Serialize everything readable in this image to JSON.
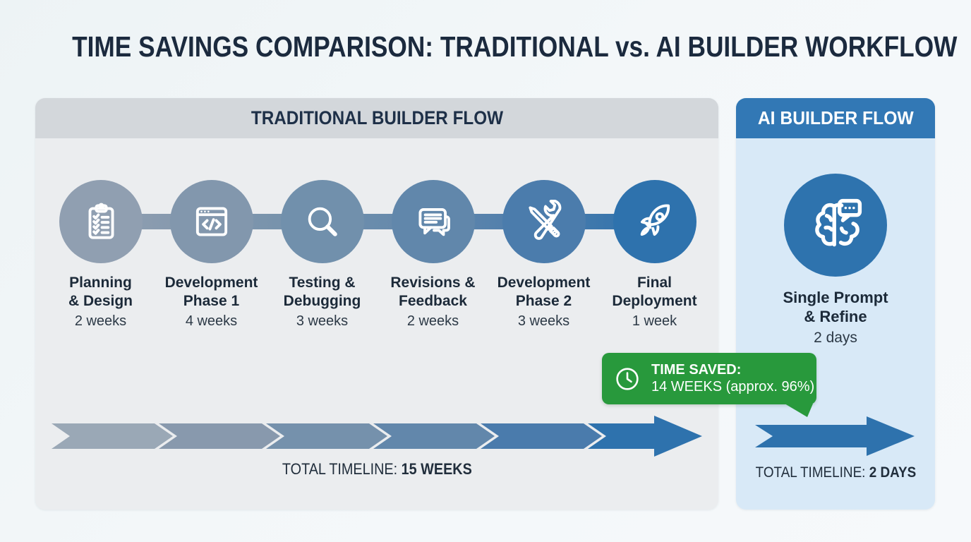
{
  "title": "TIME SAVINGS COMPARISON: TRADITIONAL vs. AI BUILDER WORKFLOW",
  "traditional": {
    "header": "TRADITIONAL BUILDER FLOW",
    "steps": [
      {
        "icon": "clipboard-checklist-icon",
        "name_line1": "Planning",
        "name_line2": "& Design",
        "duration": "2 weeks",
        "color": "#909fb1"
      },
      {
        "icon": "code-window-icon",
        "name_line1": "Development",
        "name_line2": "Phase 1",
        "duration": "4 weeks",
        "color": "#8297ad"
      },
      {
        "icon": "magnifier-icon",
        "name_line1": "Testing &",
        "name_line2": "Debugging",
        "duration": "3 weeks",
        "color": "#7190ac"
      },
      {
        "icon": "chat-bubbles-icon",
        "name_line1": "Revisions &",
        "name_line2": "Feedback",
        "duration": "2 weeks",
        "color": "#6187ab"
      },
      {
        "icon": "tools-icon",
        "name_line1": "Development",
        "name_line2": "Phase 2",
        "duration": "3 weeks",
        "color": "#4b7cac"
      },
      {
        "icon": "rocket-icon",
        "name_line1": "Final",
        "name_line2": "Deployment",
        "duration": "1 week",
        "color": "#2e72ad"
      }
    ],
    "timeline_label": "TOTAL TIMELINE:",
    "timeline_value": "15 WEEKS"
  },
  "ai": {
    "header": "AI BUILDER FLOW",
    "step": {
      "icon": "brain-chat-icon",
      "name_line1": "Single Prompt",
      "name_line2": "& Refine",
      "duration": "2 days",
      "color": "#2e73ae"
    },
    "timeline_label": "TOTAL TIMELINE:",
    "timeline_value": "2 DAYS"
  },
  "badge": {
    "icon": "clock-icon",
    "label": "TIME SAVED:",
    "value": "14 WEEKS (approx. 96%)",
    "color": "#28993c"
  },
  "colors": {
    "page_bg": "#f1f6f8",
    "title_text": "#1b2a3e",
    "traditional_header_bg": "#d3d7db",
    "traditional_body_bg": "#ebedef",
    "ai_header_bg": "#3278b5",
    "ai_body_bg": "#d8e9f7",
    "arrow_segments": [
      "#9aa8b6",
      "#8899ad",
      "#7591ac",
      "#6287ab",
      "#4a7bac",
      "#2e72ad"
    ],
    "ai_arrow": "#2e72ad"
  }
}
